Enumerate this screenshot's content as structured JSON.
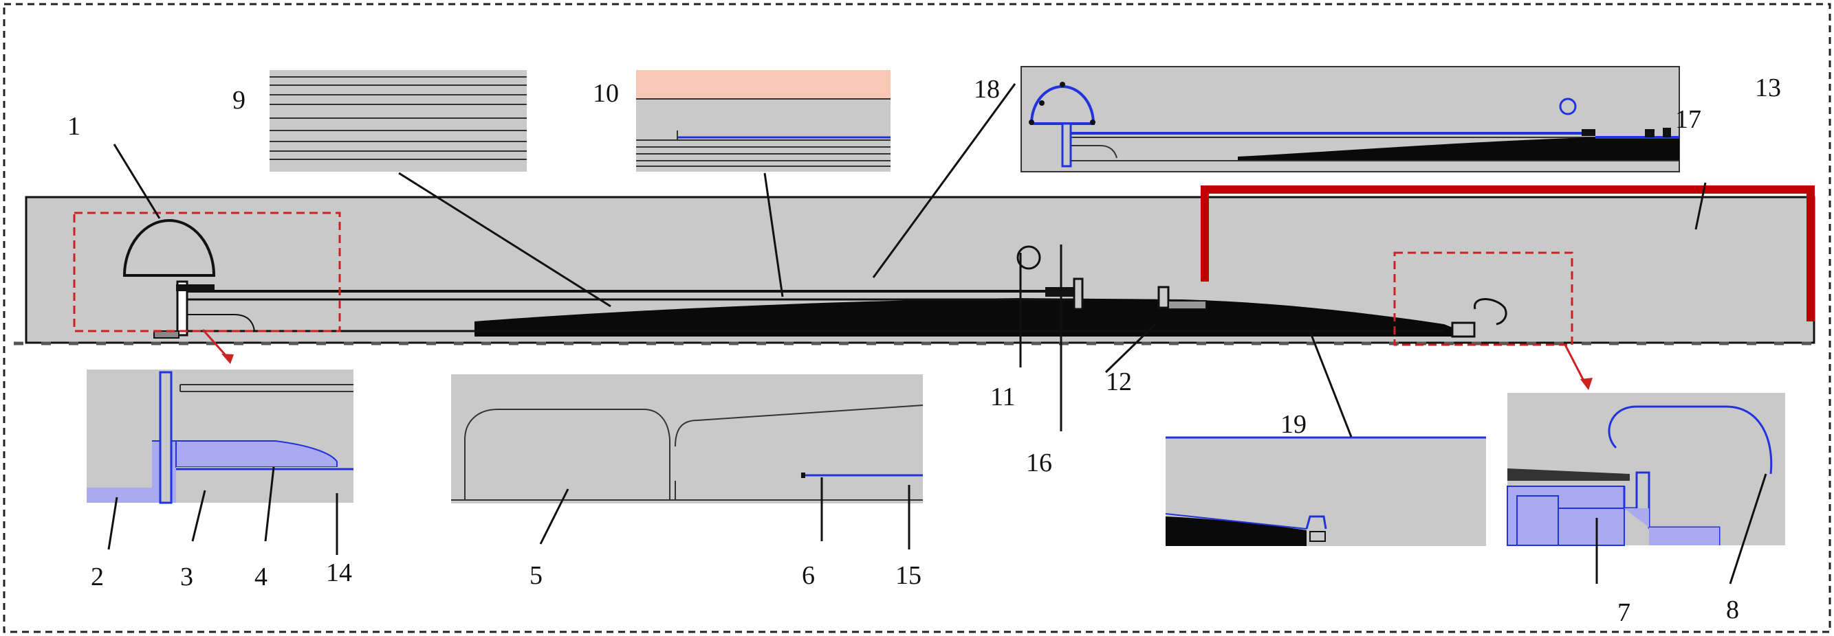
{
  "labels": {
    "l1": "1",
    "l2": "2",
    "l3": "3",
    "l4": "4",
    "l5": "5",
    "l6": "6",
    "l7": "7",
    "l8": "8",
    "l9": "9",
    "l10": "10",
    "l11": "11",
    "l12": "12",
    "l13": "13",
    "l14": "14",
    "l15": "15",
    "l16": "16",
    "l17": "17",
    "l18": "18",
    "l19": "19"
  },
  "colors": {
    "background": "#ffffff",
    "domain_fill": "#c9c9c9",
    "dark_fill": "#0a0a0a",
    "highlight_red": "#c00000",
    "dashed_red": "#cc2222",
    "boundary_blue": "#2233dd",
    "blue_region": "#aaaaf0",
    "salmon_layer": "#f9c8b4"
  }
}
